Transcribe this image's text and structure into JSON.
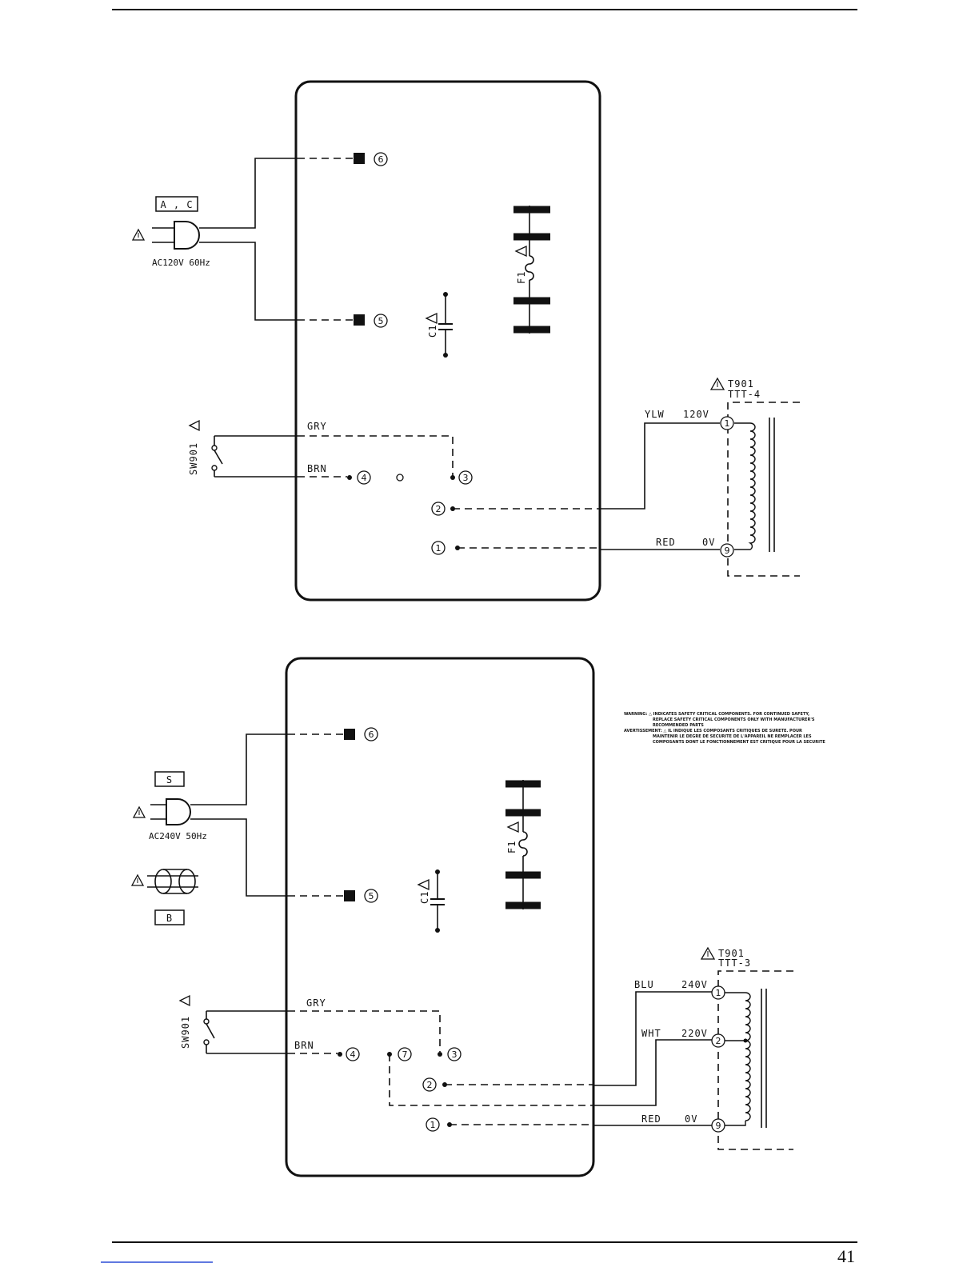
{
  "page_number": "41",
  "warning": {
    "en_line1": "WARNING: △ INDICATES SAFETY CRITICAL COMPONENTS. FOR CONTINUED SAFETY,",
    "en_line2": "REPLACE SAFETY CRITICAL COMPONENTS ONLY WITH MANUFACTURER'S",
    "en_line3": "RECOMMENDED PARTS",
    "fr_line1": "AVERTISSEMENT: △ IL INDIQUE LES COMPOSANTS CRITIQUES DE SURETE. POUR",
    "fr_line2": "MAINTENIR LE DEGRE DE SECURITE DE L'APPAREIL NE REMPLACER LES",
    "fr_line3": "COMPOSANTS DONT LE FONCTIONNEMENT EST CRITIQUE POUR LA SECURITE"
  },
  "diagram_top": {
    "region_label": "A , C",
    "power_label": "AC120V 60Hz",
    "fuse_label": "F1",
    "cap_label": "C1",
    "switch_label": "SW901",
    "wire_gry": "GRY",
    "wire_brn": "BRN",
    "transformer_ref": "T901",
    "transformer_type": "TTT-4",
    "tap1_color": "YLW",
    "tap1_voltage": "120V",
    "tap9_color": "RED",
    "tap9_voltage": "0V",
    "pins": {
      "p6": "6",
      "p5": "5",
      "p4": "4",
      "p3": "3",
      "p2": "2",
      "p1": "1",
      "t1": "1",
      "t9": "9"
    }
  },
  "diagram_bottom": {
    "region_label_s": "S",
    "region_label_b": "B",
    "power_label": "AC240V 50Hz",
    "fuse_label": "F1",
    "cap_label": "C1",
    "switch_label": "SW901",
    "wire_gry": "GRY",
    "wire_brn": "BRN",
    "transformer_ref": "T901",
    "transformer_type": "TTT-3",
    "tap1_color": "BLU",
    "tap1_voltage": "240V",
    "tap2_color": "WHT",
    "tap2_voltage": "220V",
    "tap9_color": "RED",
    "tap9_voltage": "0V",
    "pins": {
      "p6": "6",
      "p5": "5",
      "p4": "4",
      "p7": "7",
      "p3": "3",
      "p2": "2",
      "p1": "1",
      "t1": "1",
      "t2": "2",
      "t9": "9"
    }
  }
}
